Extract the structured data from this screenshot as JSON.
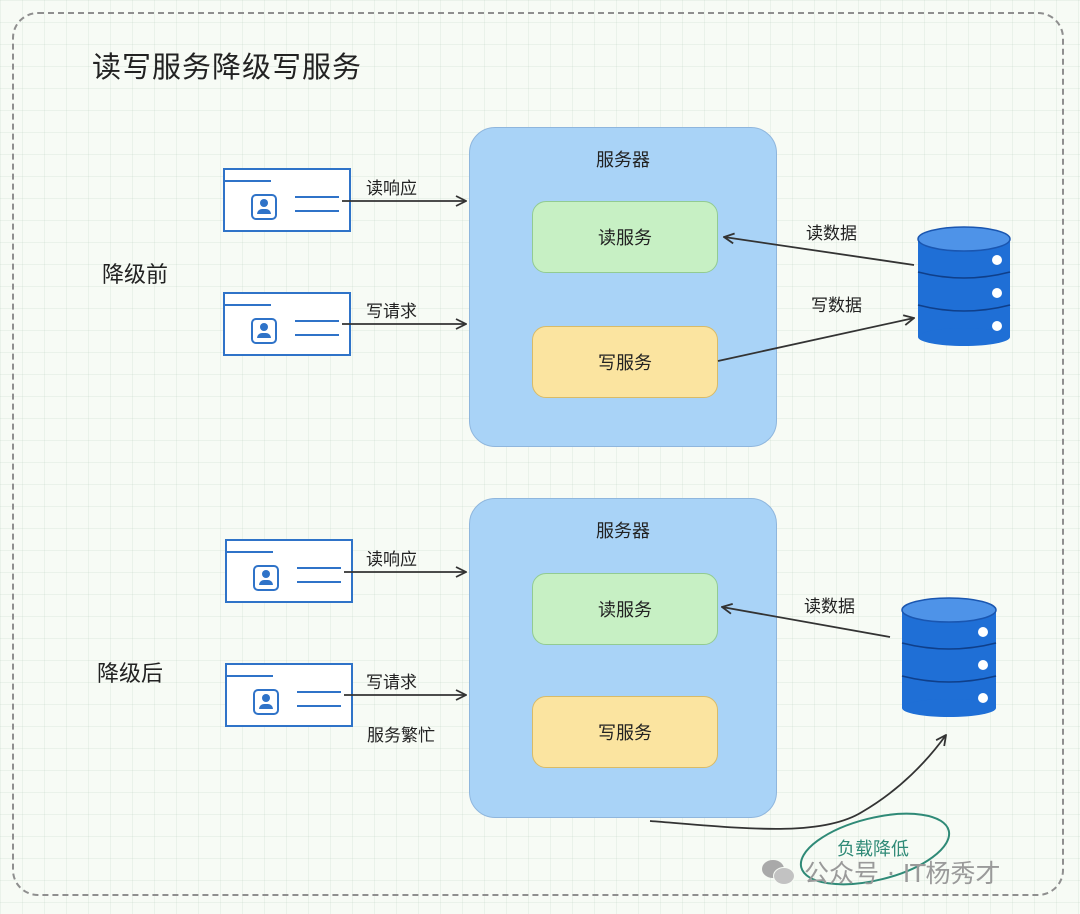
{
  "title": "读写服务降级写服务",
  "before": {
    "label": "降级前",
    "server_title": "服务器",
    "read_service": "读服务",
    "write_service": "写服务",
    "read_response": "读响应",
    "write_request": "写请求",
    "read_data": "读数据",
    "write_data": "写数据"
  },
  "after": {
    "label": "降级后",
    "server_title": "服务器",
    "read_service": "读服务",
    "write_service": "写服务",
    "read_response": "读响应",
    "write_request": "写请求",
    "busy": "服务繁忙",
    "read_data": "读数据",
    "load_reduced": "负载降低"
  },
  "watermark": "公众号 · IT杨秀才",
  "icons": {
    "client": "client-card-icon",
    "database": "database-icon",
    "wechat": "wechat-icon"
  },
  "colors": {
    "server_bg": "#a9d3f7",
    "read_service_bg": "#c7f0c4",
    "write_service_bg": "#fbe4a0",
    "client_stroke": "#2f73c8",
    "database_fill": "#1f6fd6",
    "load_ellipse": "#2f8a77"
  }
}
